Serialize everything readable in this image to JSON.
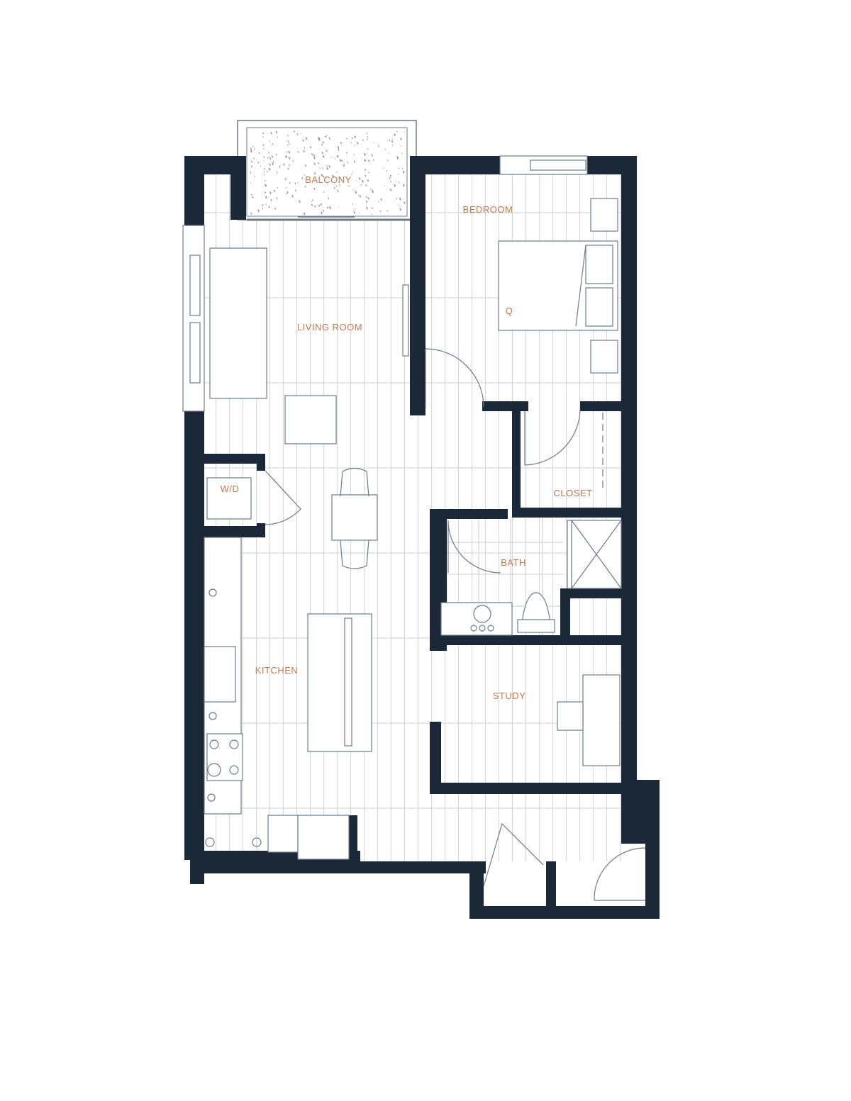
{
  "colors": {
    "wall": "#1b2837",
    "label": "#c07a52",
    "line": "#6f7a86"
  },
  "rooms": {
    "balcony": "BALCONY",
    "bedroom": "BEDROOM",
    "living_room": "LIVING ROOM",
    "wd": "W/D",
    "closet": "CLOSET",
    "bath": "BATH",
    "kitchen": "KITCHEN",
    "study": "STUDY"
  },
  "bed_size": "Q"
}
